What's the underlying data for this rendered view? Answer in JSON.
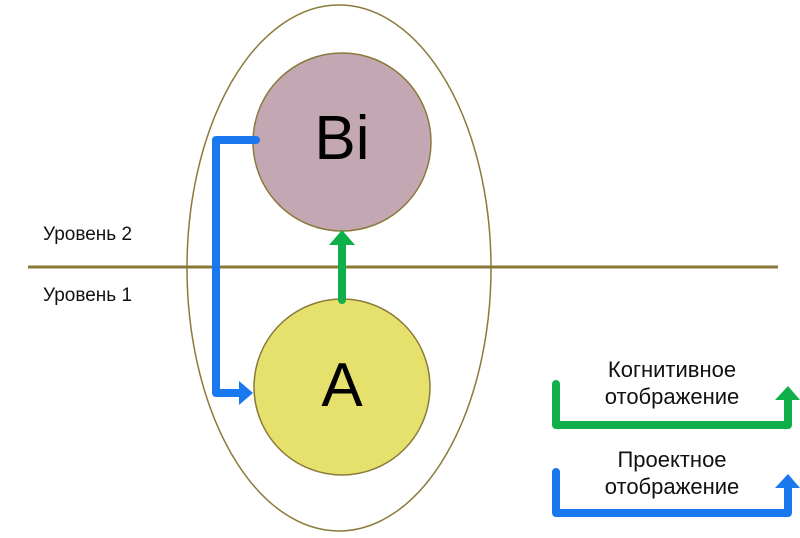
{
  "levels": {
    "level2": "Уровень 2",
    "level1": "Уровень 1"
  },
  "nodes": {
    "upper": {
      "label": "Bi",
      "color": "#c3a8b4"
    },
    "lower": {
      "label": "A",
      "color": "#e6e06c"
    }
  },
  "legend": {
    "cognitive": {
      "line1": "Когнитивное",
      "line2": "отображение",
      "color": "#0fb04a"
    },
    "project": {
      "line1": "Проектное",
      "line2": "отображение",
      "color": "#1a78ee"
    }
  },
  "colors": {
    "outline": "#8a7a3a"
  }
}
